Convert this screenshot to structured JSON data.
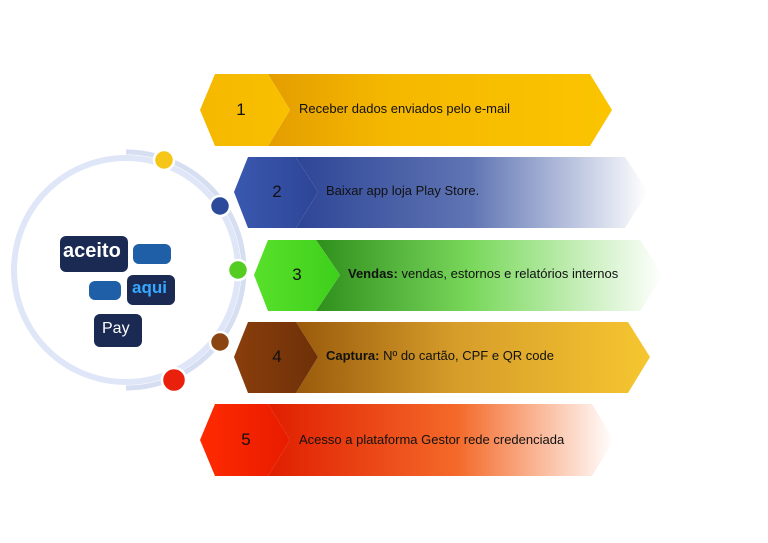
{
  "logo": {
    "word1": "aceito",
    "word2": "aqui",
    "word3": "Pay"
  },
  "steps": [
    {
      "number": "1",
      "bold": "",
      "text": "Receber dados enviados pelo e-mail",
      "color": "#f7b500"
    },
    {
      "number": "2",
      "bold": "",
      "text": "Baixar app loja Play Store.",
      "color": "#2f4f9f"
    },
    {
      "number": "3",
      "bold": "Vendas:",
      "text": " vendas, estornos e relatórios internos",
      "color": "#33cc22"
    },
    {
      "number": "4",
      "bold": "Captura:",
      "text": " Nº do cartão, CPF e QR code",
      "color": "#b06a10"
    },
    {
      "number": "5",
      "bold": "",
      "text": "Acesso a plataforma Gestor rede credenciada",
      "color": "#ee2200"
    }
  ],
  "dot_colors": [
    "#f5c518",
    "#2c4a9a",
    "#55cc22",
    "#8b4513",
    "#e8200c"
  ],
  "colors": {
    "logo_navy": "#1a2a52",
    "logo_blue": "#1f5fa8",
    "ring": "#dfe6f7"
  }
}
